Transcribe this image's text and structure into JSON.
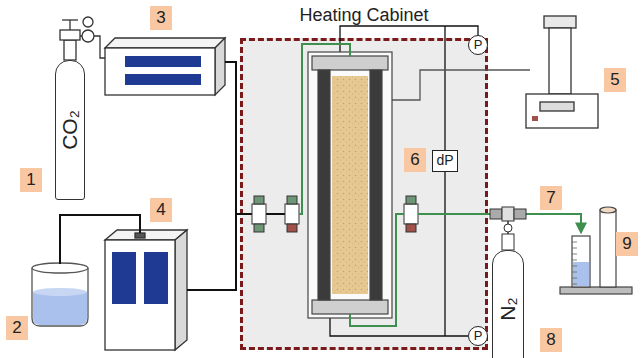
{
  "diagram": {
    "nodes": [
      {
        "text": [
          "Heating Cabinet"
        ]
      },
      {
        "text": [
          "1"
        ]
      },
      {
        "text": [
          "CO₂"
        ]
      },
      {
        "text": [
          "3"
        ]
      },
      {
        "text": [
          "2"
        ]
      },
      {
        "text": [
          "4"
        ]
      },
      {
        "text": [
          "6"
        ],
        "in": 0
      },
      {
        "text": [
          "P"
        ],
        "in": 0
      },
      {
        "text": [
          "dP"
        ],
        "in": 0
      },
      {
        "text": [
          "P"
        ],
        "in": 0
      },
      {
        "text": [
          "5"
        ]
      },
      {
        "text": [
          "7"
        ]
      },
      {
        "text": [
          "N₂"
        ]
      },
      {
        "text": [
          "8"
        ]
      },
      {
        "text": [
          "9"
        ]
      }
    ]
  }
}
